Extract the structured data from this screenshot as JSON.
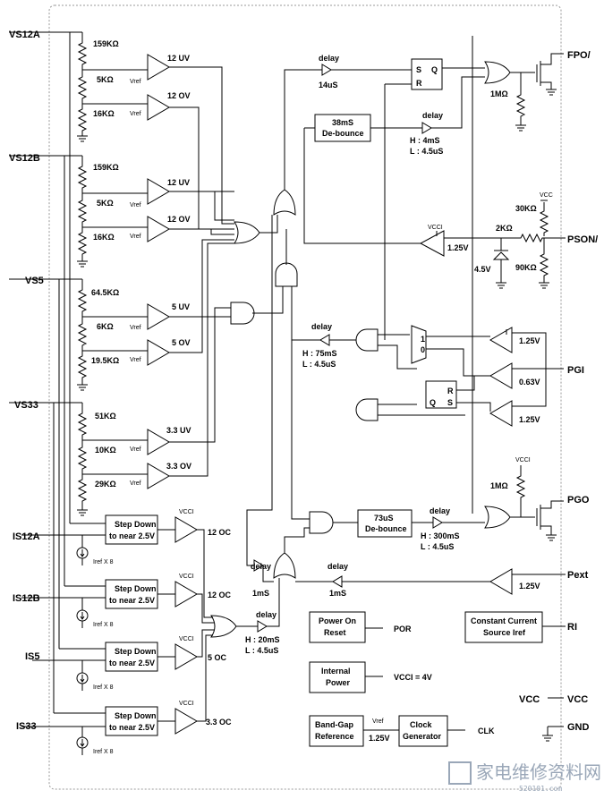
{
  "pins": {
    "vs12a": "VS12A",
    "vs12b": "VS12B",
    "vs5": "VS5",
    "vs33": "VS33",
    "is12a": "IS12A",
    "is12b": "IS12B",
    "is5": "IS5",
    "is33": "IS33",
    "fpo": "FPO/",
    "pson": "PSON/",
    "pgi": "PGI",
    "pgo": "PGO",
    "pext": "Pext",
    "ri": "RI",
    "vcc": "VCC",
    "gnd": "GND"
  },
  "resistors": {
    "r159k_a": "159KΩ",
    "r5k_a": "5KΩ",
    "r16k_a": "16KΩ",
    "r159k_b": "159KΩ",
    "r5k_b": "5KΩ",
    "r16k_b": "16KΩ",
    "r64k": "64.5KΩ",
    "r6k": "6KΩ",
    "r19k": "19.5KΩ",
    "r51k": "51KΩ",
    "r10k": "10KΩ",
    "r29k": "29KΩ",
    "r30k": "30KΩ",
    "r2k": "2KΩ",
    "r90k": "90KΩ",
    "r1m_fpo": "1MΩ",
    "r1m_pgo": "1MΩ"
  },
  "comparators": {
    "uv12a": "12 UV",
    "ov12a": "12 OV",
    "uv12b": "12 UV",
    "ov12b": "12 OV",
    "uv5": "5 UV",
    "ov5": "5 OV",
    "uv33": "3.3 UV",
    "ov33": "3.3 OV",
    "vref": "Vref"
  },
  "current_sense": {
    "step_down_line1": "Step Down",
    "step_down_line2": "to near 2.5V",
    "iref": "Iref X 8",
    "oc12a": "12 OC",
    "oc12b": "12 OC",
    "oc5": "5 OC",
    "oc33": "3.3 OC",
    "vcci": "VCCI"
  },
  "timing": {
    "delay": "delay",
    "d14us": "14uS",
    "debounce38_1": "38mS",
    "debounce38_2": "De-bounce",
    "d4ms_h": "H : 4mS",
    "d4ms_l": "L : 4.5uS",
    "d75ms_h": "H : 75mS",
    "d75ms_l": "L : 4.5uS",
    "debounce73_1": "73uS",
    "debounce73_2": "De-bounce",
    "d300ms_h": "H : 300mS",
    "d300ms_l": "L : 4.5uS",
    "d20ms_h": "H : 20mS",
    "d20ms_l": "L : 4.5uS",
    "d1ms_a": "1mS",
    "d1ms_b": "1mS"
  },
  "references": {
    "v125_pson": "1.25V",
    "v45": "4.5V",
    "v125_a": "1.25V",
    "v063": "0.63V",
    "v125_b": "1.25V",
    "v125_pext": "1.25V",
    "v125_bg": "1.25V",
    "vcc_small": "VCC"
  },
  "logic": {
    "s": "S",
    "q": "Q",
    "r": "R",
    "one": "1",
    "zero": "0"
  },
  "blocks": {
    "por_1": "Power On",
    "por_2": "Reset",
    "por_out": "POR",
    "ip_1": "Internal",
    "ip_2": "Power",
    "ip_out": "VCCI = 4V",
    "bg_1": "Band-Gap",
    "bg_2": "Reference",
    "bg_vref": "Vref",
    "clk_1": "Clock",
    "clk_2": "Generator",
    "clk_out": "CLK",
    "ccs_1": "Constant Current",
    "ccs_2": "Source Iref"
  },
  "watermark": {
    "text": "家电维修资料网",
    "url": "520101.com"
  }
}
